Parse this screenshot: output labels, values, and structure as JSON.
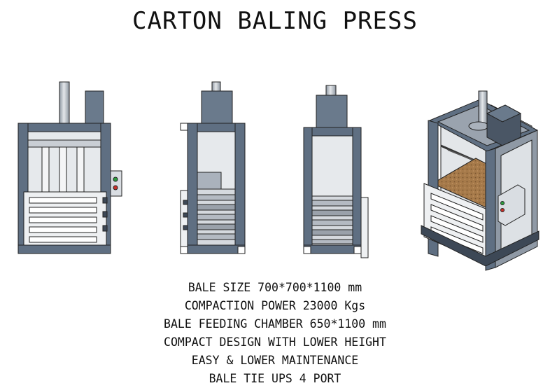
{
  "title": "CARTON BALING PRESS",
  "specs": [
    "BALE SIZE 700*700*1100 mm",
    "COMPACTION POWER 23000 Kgs",
    "BALE FEEDING CHAMBER 650*1100 mm",
    "COMPACT DESIGN WITH LOWER HEIGHT",
    "EASY & LOWER MAINTENANCE",
    "BALE TIE UPS 4 PORT"
  ],
  "colors": {
    "frame": "#5f6f82",
    "frame_dark": "#3d4856",
    "panel": "#d9dde2",
    "white": "#ffffff",
    "cylinder": "#b8bec6",
    "material": "#a67a4a",
    "indicator_green": "#2e9e3e",
    "indicator_red": "#c8302a"
  }
}
